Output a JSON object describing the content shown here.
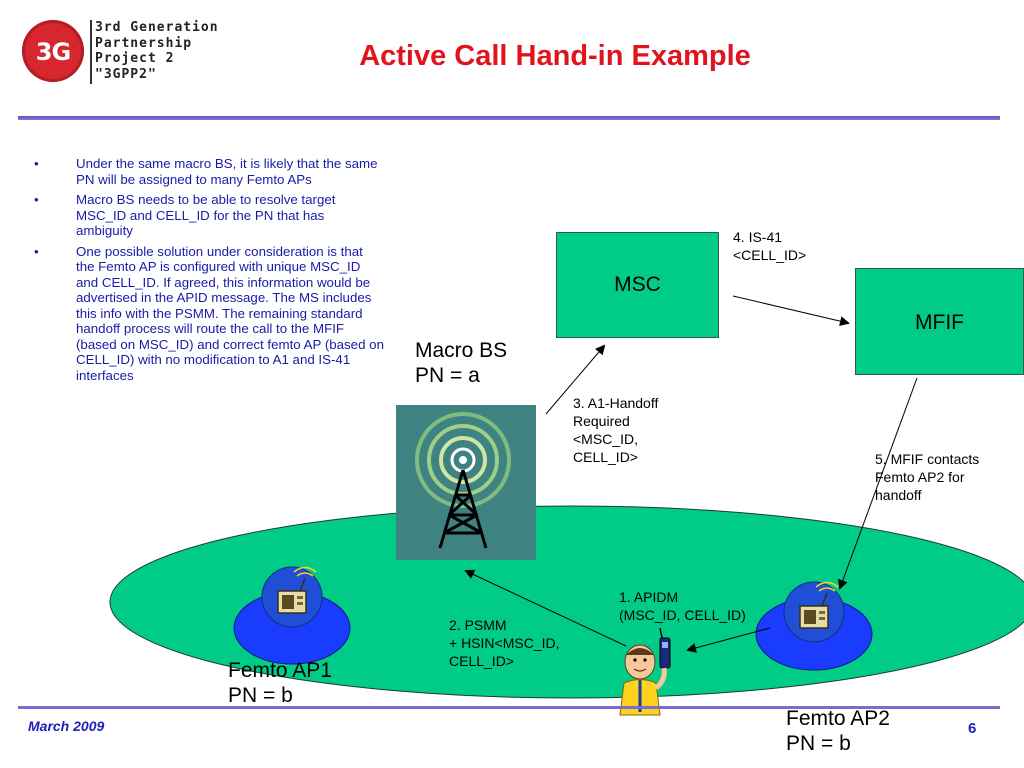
{
  "logo": {
    "mark": "3G",
    "lines": [
      "3rd Generation",
      "Partnership",
      "Project 2",
      "\"3GPP2\""
    ]
  },
  "title": "Active Call Hand-in Example",
  "bullets": [
    "Under the same macro BS, it is likely that the same PN will be assigned to many Femto APs",
    "Macro BS needs to be able to resolve target MSC_ID and CELL_ID for the PN that has ambiguity",
    "One possible solution under consideration is that the Femto AP is configured with unique MSC_ID and CELL_ID. If agreed, this information would be advertised in the APID message. The MS includes this info with the PSMM. The remaining standard handoff process will route the call to the MFIF (based on MSC_ID) and correct femto AP (based on CELL_ID) with no modification to A1 and IS-41 interfaces"
  ],
  "diagram": {
    "msc": "MSC",
    "mfif": "MFIF",
    "macro_bs": [
      "Macro BS",
      "PN = a"
    ],
    "femto1": [
      "Femto AP1",
      "PN = b"
    ],
    "femto2": [
      "Femto AP2",
      "PN = b"
    ],
    "step1": [
      "1. APIDM",
      "(MSC_ID, CELL_ID)"
    ],
    "step2": [
      "2. PSMM",
      "+ HSIN<MSC_ID,",
      "CELL_ID>"
    ],
    "step3": [
      "3. A1-Handoff",
      "Required",
      "<MSC_ID,",
      "CELL_ID>"
    ],
    "step4": [
      "4. IS-41",
      "<CELL_ID>"
    ],
    "step5": [
      "5. MFIF contacts",
      "Femto AP2 for",
      "handoff"
    ],
    "colors": {
      "node": "#00cc88",
      "cell": "#00cc88",
      "femto_cell": "#1a3cff",
      "title": "#e0141e",
      "rule": "#7d6ad0"
    }
  },
  "footer": {
    "date": "March 2009",
    "page": "6"
  }
}
